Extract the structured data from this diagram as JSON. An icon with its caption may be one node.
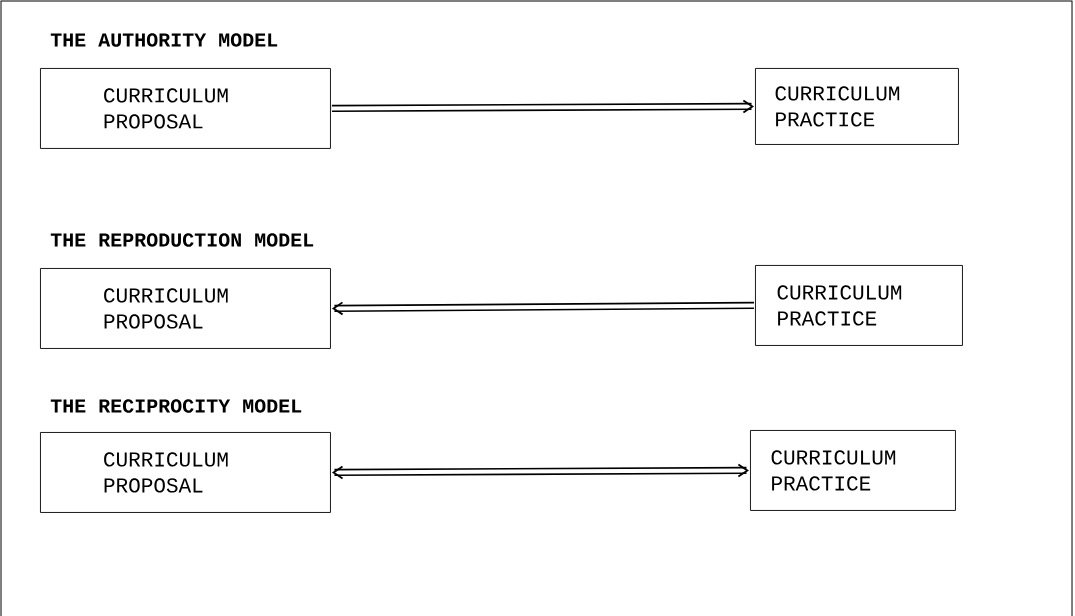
{
  "diagram": {
    "nodes": [
      {
        "text": [
          "CURRICULUM PROPOSAL"
        ]
      },
      {
        "text": [
          "CURRICULUM PRACTICE"
        ]
      },
      {
        "text": [
          "CURRICULUM PROPOSAL"
        ]
      },
      {
        "text": [
          "CURRICULUM PRACTICE"
        ]
      },
      {
        "text": [
          "CURRICULUM PROPOSAL"
        ]
      },
      {
        "text": [
          "CURRICULUM PRACTICE"
        ]
      }
    ],
    "edges": [
      {
        "from": 0,
        "to": 1,
        "arrow": "to"
      },
      {
        "from": 3,
        "to": 2,
        "arrow": "to"
      },
      {
        "from": 4,
        "to": 5,
        "arrow": "both"
      }
    ],
    "labels": [
      "THE AUTHORITY MODEL",
      "THE REPRODUCTION MODEL",
      "THE RECIPROCITY MODEL"
    ]
  }
}
